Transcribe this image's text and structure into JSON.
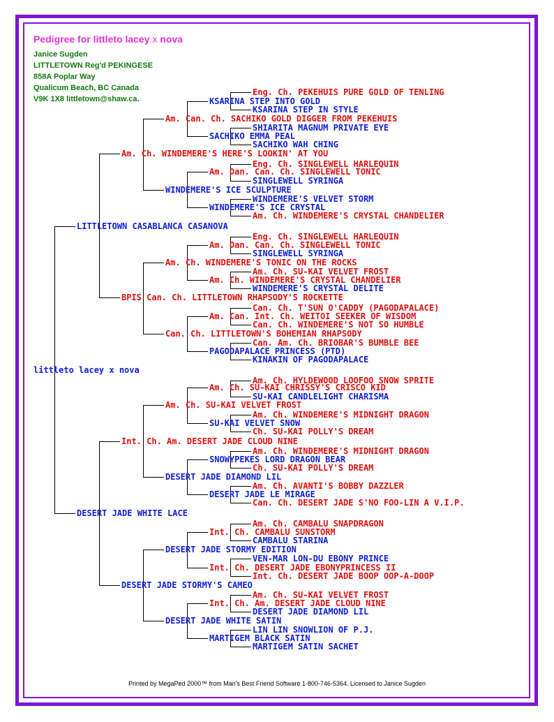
{
  "title": {
    "prefix": "Pedigree for littleto lacey",
    "x": " x ",
    "suffix": "nova"
  },
  "owner": {
    "lines": [
      "Janice Sugden",
      "LITTLETOWN Reg'd PEKINGESE",
      "858A Poplar Way",
      "Qualicum Beach, BC Canada",
      "V9K 1X8 littletown@shaw.ca."
    ]
  },
  "colors": {
    "sire_line": "#e01010",
    "dam_line": "#1020d6",
    "frame": "#7d15d6",
    "title": "#e032d6",
    "owner": "#0f7a0f"
  },
  "pedigree": {
    "subject": "littleto lacey x nova",
    "sire": "LITTLETOWN CASABLANCA CASANOVA",
    "sire_sire": "Am. Ch. WINDEMERE'S HERE'S LOOKIN' AT YOU",
    "sire_sire_sire": "Am. Can. Ch. SACHIKO GOLD DIGGER FROM PEKEHUIS",
    "sss_sire": "KSARINA STEP INTO GOLD",
    "sss_sire_sire": "Eng. Ch. PEKEHUIS PURE GOLD OF TENLING",
    "sss_sire_dam": "KSARINA STEP IN STYLE",
    "sss_dam": "SACHIKO EMMA PEAL",
    "sss_dam_sire": "SHIARITA MAGNUM PRIVATE EYE",
    "sss_dam_dam": "SACHIKO WAH CHING",
    "ssd": "WINDEMERE'S ICE SCULPTURE",
    "ssd_sire": "Am. Dan. Can. Ch. SINGLEWELL TONIC",
    "ssd_sire_sire": "Eng. Ch. SINGLEWELL HARLEQUIN",
    "ssd_sire_dam": "SINGLEWELL SYRINGA",
    "ssd_dam": "WINDEMERE'S ICE CRYSTAL",
    "ssd_dam_sire": "WINDEMERE'S VELVET STORM",
    "ssd_dam_dam": "Am. Ch. WINDEMERE'S CRYSTAL CHANDELIER",
    "sire_dam": "BPIS Can. Ch. LITTLETOWN RHAPSODY'S  ROCKETTE",
    "sds": "Am. Ch. WINDEMERE'S TONIC ON THE ROCKS",
    "sds_sire": "Am. Dan. Can. Ch. SINGLEWELL TONIC",
    "sds_sire_sire": "Eng. Ch. SINGLEWELL HARLEQUIN",
    "sds_sire_dam": "SINGLEWELL SYRINGA",
    "sds_dam": "Am. Ch. WINDEMERE'S CRYSTAL CHANDELIER",
    "sds_dam_sire": "Am. Ch. SU-KAI VELVET FROST",
    "sds_dam_dam": "WINDEMERE'S CRYSTAL DELITE",
    "sdd": "Can. Ch. LITTLETOWN'S BOHEMIAN RHAPSODY",
    "sdd_sire": "Am. Can. Int. Ch. WEITOI SEEKER OF WISDOM",
    "sdd_sire_sire": "Can. Ch. T'SUN O'CADDY (PAGODAPALACE)",
    "sdd_sire_dam": "Can. Ch. WINDEMERE'S NOT SO HUMBLE",
    "sdd_dam": "PAGODAPALACE PRINCESS (PTD)",
    "sdd_dam_sire": "Can. Am. Ch. BRIOBAR'S BUMBLE BEE",
    "sdd_dam_dam": "KINAKIN OF PAGODAPALACE",
    "dam": "DESERT JADE WHITE LACE",
    "dam_sire": "Int. Ch. Am. DESERT JADE CLOUD NINE",
    "dss": "Am. Ch. SU-KAI VELVET FROST",
    "dss_sire": "Am. Ch. SU-KAI CHRISSY'S CRISCO KID",
    "dss_sire_sire": "Am. Ch. HYLDEWOOD LOOFOO SNOW SPRITE",
    "dss_sire_dam": "SU-KAI CANDLELIGHT CHARISMA",
    "dss_dam": "SU-KAI VELVET SNOW",
    "dss_dam_sire": "Am. Ch. WINDEMERE'S MIDNIGHT DRAGON",
    "dss_dam_dam": "Ch. SU-KAI POLLY'S DREAM",
    "dsd": "DESERT JADE DIAMOND LIL",
    "dsd_sire": "SNOWYPEKES LORD DRAGON BEAR",
    "dsd_sire_sire": "Am. Ch. WINDEMERE'S MIDNIGHT DRAGON",
    "dsd_sire_dam": "Ch. SU-KAI POLLY'S DREAM",
    "dsd_dam": "DESERT JADE LE MIRAGE",
    "dsd_dam_sire": "Am. Ch. AVANTI'S BOBBY DAZZLER",
    "dsd_dam_dam": "Can. Ch. DESERT JADE S'NO FOO-LIN A V.I.P.",
    "dam_dam": "DESERT JADE STORMY'S CAMEO",
    "dds": "DESERT JADE STORMY EDITION",
    "dds_sire": "Int. Ch. CAMBALU SUNSTORM",
    "dds_sire_sire": "Am. Ch. CAMBALU SNAPDRAGON",
    "dds_sire_dam": "CAMBALU STARINA",
    "dds_dam": "Int. Ch. DESERT JADE EBONYPRINCESS II",
    "dds_dam_sire": "VEN-MAR LON-DU EBONY PRINCE",
    "dds_dam_dam": "Int. Ch. DESERT JADE BOOP OOP-A-DOOP",
    "ddd": "DESERT JADE WHITE SATIN",
    "ddd_sire": "Int. Ch. Am. DESERT JADE CLOUD NINE",
    "ddd_sire_sire": "Am. Ch. SU-KAI VELVET FROST",
    "ddd_sire_dam": "DESERT JADE DIAMOND LIL",
    "ddd_dam": "MARTIGEM BLACK SATIN",
    "ddd_dam_sire": "LIN LIN SNOWLION OF P.J.",
    "ddd_dam_dam": "MARTIGEM SATIN SACHET"
  },
  "footer": "Printed by MegaPed 2000™ from Man's Best Friend Software 1-800-746-5364. Licensed to Janice Sugden"
}
